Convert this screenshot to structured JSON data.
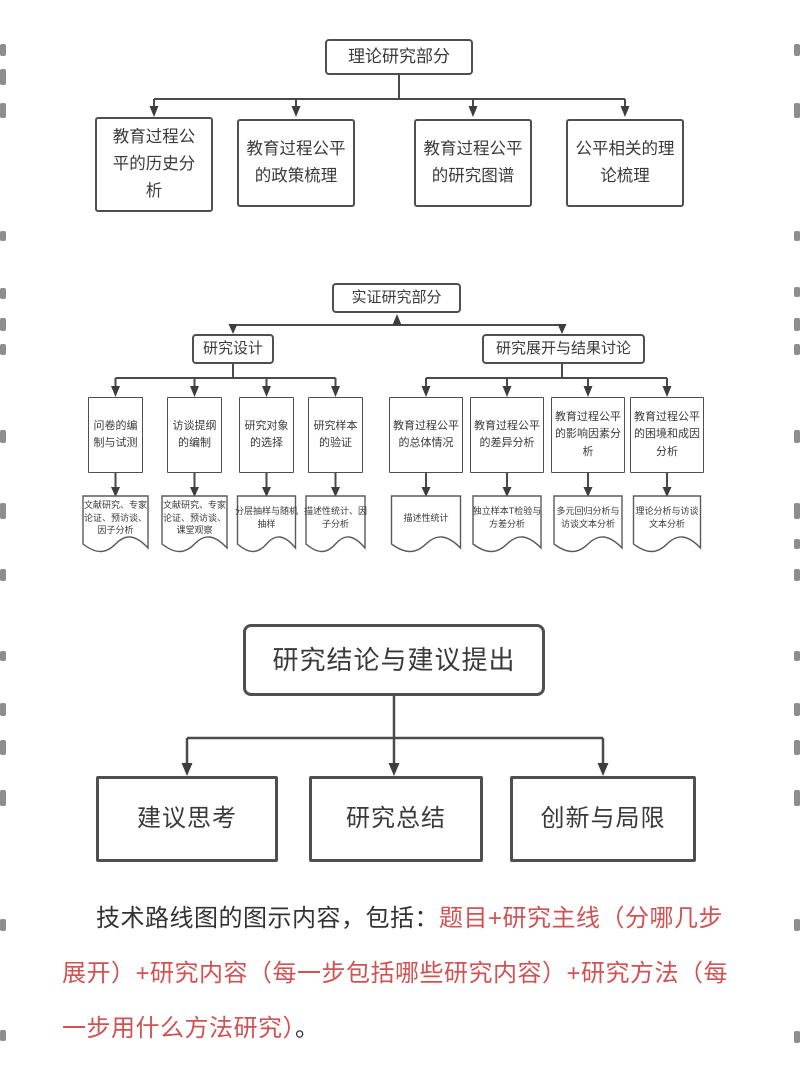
{
  "theory": {
    "root": "理论研究部分",
    "children": [
      {
        "lines": [
          "教育过程公",
          "平的历史分",
          "析"
        ]
      },
      {
        "lines": [
          "教育过程公平",
          "的政策梳理"
        ]
      },
      {
        "lines": [
          "教育过程公平",
          "的研究图谱"
        ]
      },
      {
        "lines": [
          "公平相关的理",
          "论梳理"
        ]
      }
    ]
  },
  "empirical": {
    "root": "实证研究部分",
    "branch_left": "研究设计",
    "branch_right": "研究展开与结果讨论",
    "steps": [
      {
        "lines": [
          "问卷的编",
          "制与试测"
        ]
      },
      {
        "lines": [
          "访谈提纲",
          "的编制"
        ]
      },
      {
        "lines": [
          "研究对象",
          "的选择"
        ]
      },
      {
        "lines": [
          "研究样本",
          "的验证"
        ]
      },
      {
        "lines": [
          "教育过程公平",
          "的总体情况"
        ]
      },
      {
        "lines": [
          "教育过程公平",
          "的差异分析"
        ]
      },
      {
        "lines": [
          "教育过程公平",
          "的影响因素分",
          "析"
        ]
      },
      {
        "lines": [
          "教育过程公平",
          "的困境和成因",
          "分析"
        ]
      }
    ],
    "methods": [
      {
        "lines": [
          "文献研究、专家",
          "论证、预访谈、",
          "因子分析"
        ]
      },
      {
        "lines": [
          "文献研究、专家",
          "论证、预访谈、",
          "课堂观察"
        ]
      },
      {
        "lines": [
          "分层抽样与随机",
          "抽样"
        ]
      },
      {
        "lines": [
          "描述性统计、因",
          "子分析"
        ]
      },
      {
        "lines": [
          "描述性统计"
        ]
      },
      {
        "lines": [
          "独立样本T检验与",
          "方差分析"
        ]
      },
      {
        "lines": [
          "多元回归分析与",
          "访谈文本分析"
        ]
      },
      {
        "lines": [
          "理论分析与访谈",
          "文本分析"
        ]
      }
    ]
  },
  "conclusion": {
    "root": "研究结论与建议提出",
    "children": [
      "建议思考",
      "研究总结",
      "创新与局限"
    ]
  },
  "caption": {
    "black_prefix": "技术路线图的图示内容，包括：",
    "red_line1": "题目+研究主线（分哪几步",
    "red_line2": "展开）+研究内容（每一步包括哪些研究内容）+研究方法（每",
    "red_line3": "一步用什么方法研究）",
    "period": "。"
  },
  "colors": {
    "line": "#4a4a4a",
    "box_border": "#4f4f4f",
    "text": "#3a3a3a",
    "caption_red": "#d05252"
  }
}
